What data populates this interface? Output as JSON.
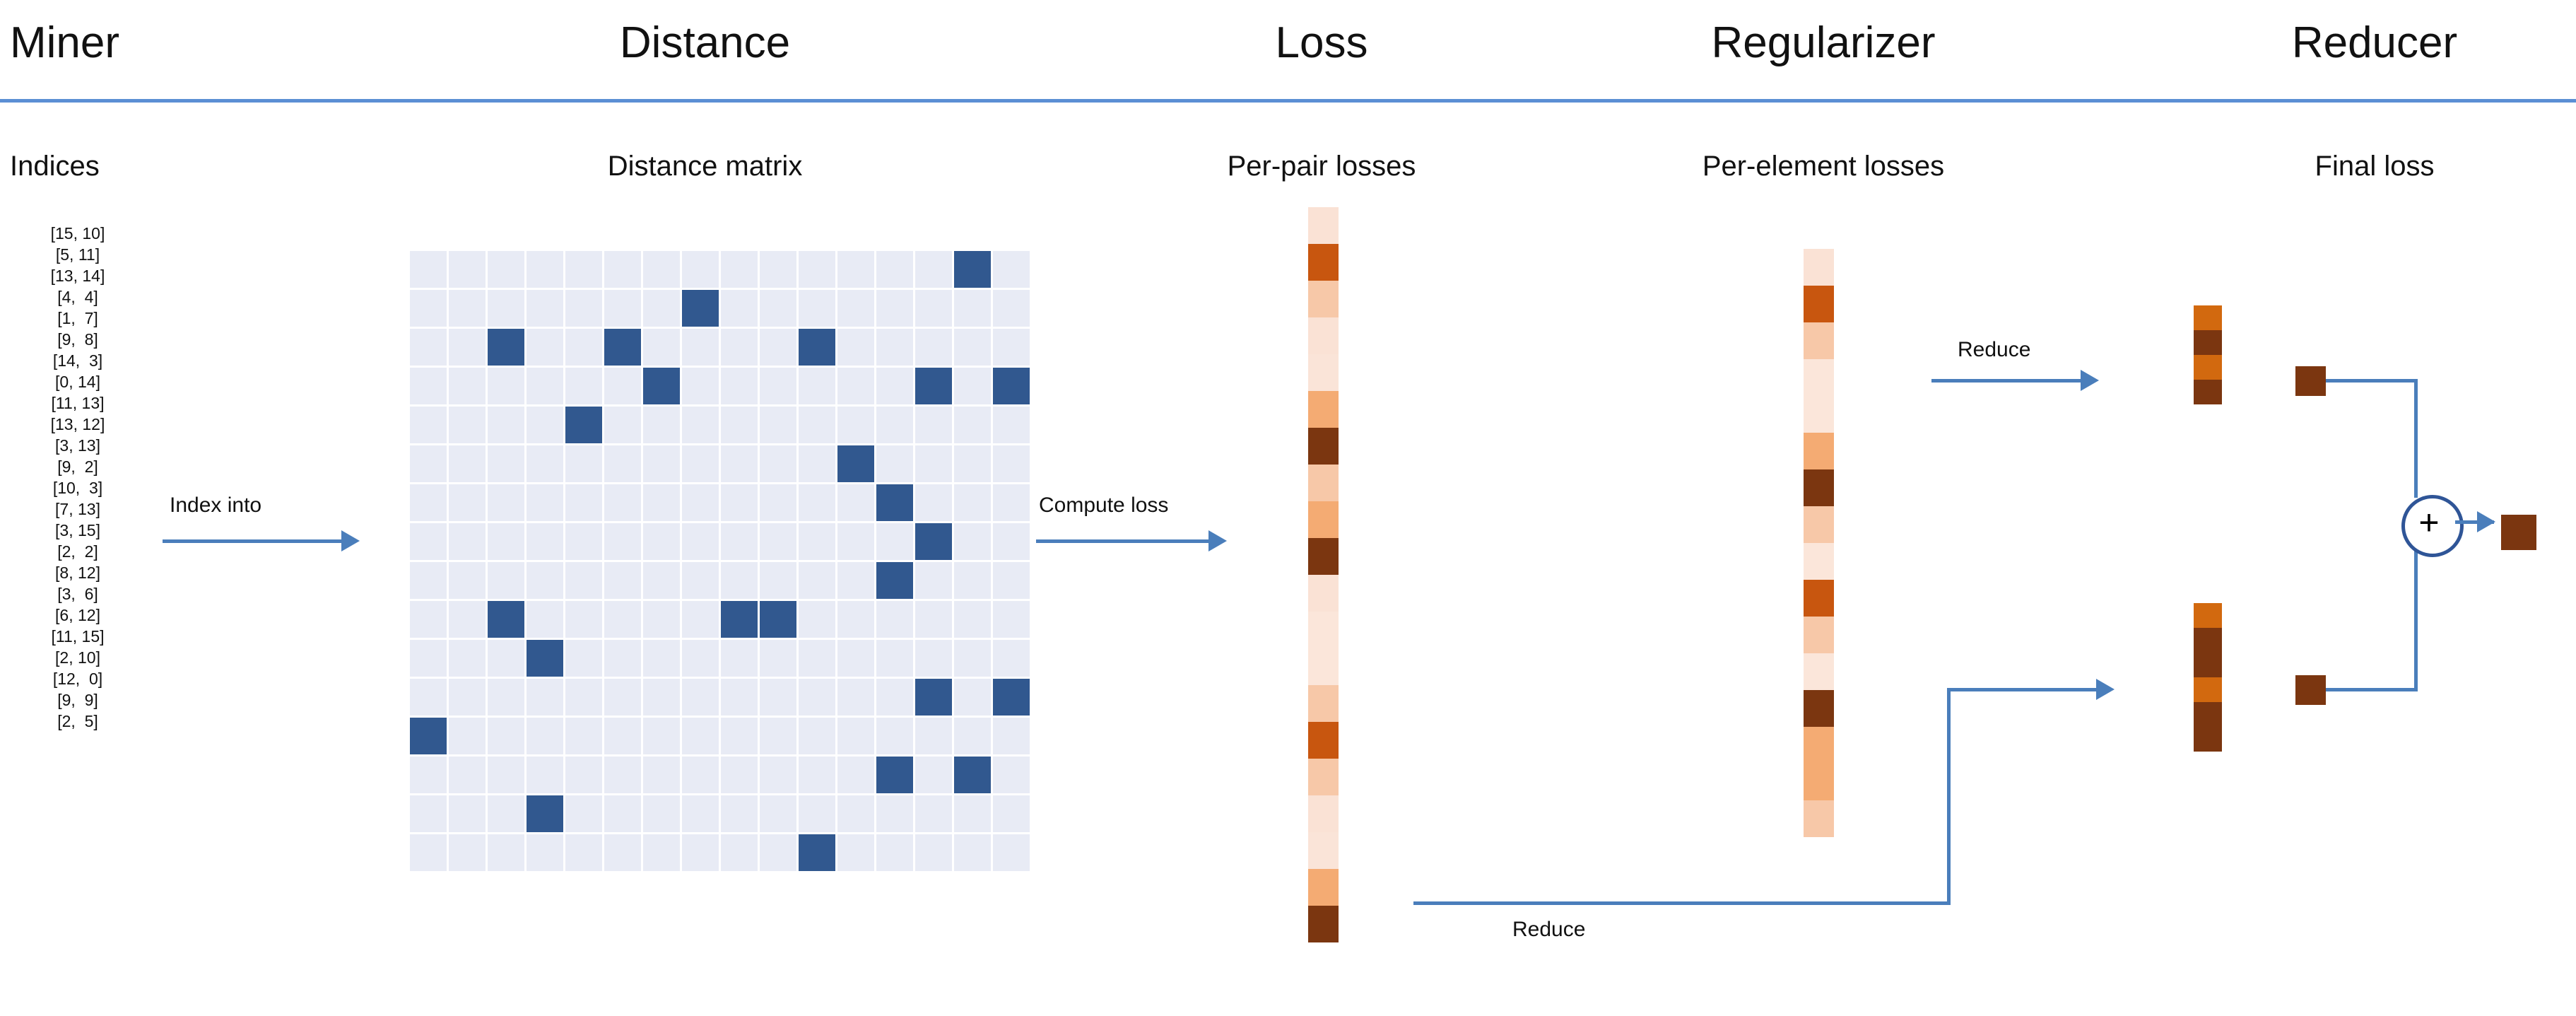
{
  "header": {
    "rule_color": "#5b8fd4",
    "columns": [
      {
        "title": "Miner",
        "subtitle": "Indices"
      },
      {
        "title": "Distance",
        "subtitle": "Distance matrix"
      },
      {
        "title": "Loss",
        "subtitle": "Per-pair losses"
      },
      {
        "title": "Regularizer",
        "subtitle": "Per-element losses"
      },
      {
        "title": "Reducer",
        "subtitle": "Final loss"
      }
    ]
  },
  "miner": {
    "indices": [
      "[15, 10]",
      "[5, 11]",
      "[13, 14]",
      "[4,  4]",
      "[1,  7]",
      "[9,  8]",
      "[14,  3]",
      "[0, 14]",
      "[11, 13]",
      "[13, 12]",
      "[3, 13]",
      "[9,  2]",
      "[10,  3]",
      "[7, 13]",
      "[3, 15]",
      "[2,  2]",
      "[8, 12]",
      "[3,  6]",
      "[6, 12]",
      "[11, 15]",
      "[2, 10]",
      "[12,  0]",
      "[9,  9]",
      "[2,  5]"
    ]
  },
  "arrows": {
    "index_into": "Index into",
    "compute_loss": "Compute loss",
    "reduce_top": "Reduce",
    "reduce_bottom": "Reduce",
    "line_color": "#4a7ebb"
  },
  "colors": {
    "matrix_empty": "#e8ebf5",
    "matrix_filled": "#31588f",
    "plus_node_stroke": "#2f5597",
    "final_loss": "#7b3610"
  },
  "chart_data": {
    "type": "heatmap",
    "title": "Distance matrix",
    "rows": 16,
    "cols": 16,
    "highlighted_cells": [
      [
        0,
        14
      ],
      [
        1,
        7
      ],
      [
        2,
        2
      ],
      [
        2,
        5
      ],
      [
        2,
        10
      ],
      [
        3,
        6
      ],
      [
        3,
        13
      ],
      [
        3,
        15
      ],
      [
        4,
        4
      ],
      [
        5,
        11
      ],
      [
        6,
        12
      ],
      [
        7,
        13
      ],
      [
        8,
        12
      ],
      [
        9,
        2
      ],
      [
        9,
        8
      ],
      [
        9,
        9
      ],
      [
        10,
        3
      ],
      [
        11,
        13
      ],
      [
        11,
        15
      ],
      [
        12,
        0
      ],
      [
        13,
        12
      ],
      [
        13,
        14
      ],
      [
        14,
        3
      ],
      [
        15,
        10
      ]
    ],
    "per_pair_losses": {
      "label": "Per-pair losses",
      "count": 20,
      "colors": [
        "#fae2d5",
        "#c8560f",
        "#f7c8a8",
        "#fae2d5",
        "#fae4d8",
        "#f4ab73",
        "#7b3610",
        "#f7c8a8",
        "#f4ab73",
        "#7b3610",
        "#fae2d5",
        "#fbe6da",
        "#fbe6da",
        "#f7c8a8",
        "#c8560f",
        "#f7c8a8",
        "#fae2d5",
        "#fae4d8",
        "#f4ab73",
        "#7b3610"
      ]
    },
    "per_element_losses": {
      "label": "Per-element losses",
      "count": 16,
      "colors": [
        "#fae2d5",
        "#c8560f",
        "#f7c8a8",
        "#fbe6da",
        "#fbe6da",
        "#f4ab73",
        "#7b3610",
        "#f7c8a8",
        "#fbe6da",
        "#c8560f",
        "#f7c8a8",
        "#fbe6da",
        "#7b3610",
        "#f4ab73",
        "#f4ab73",
        "#f7c8a8"
      ]
    },
    "reducer_top": {
      "label": "Final loss",
      "count": 4,
      "colors": [
        "#d2690f",
        "#7b3610",
        "#d2690f",
        "#7b3610"
      ],
      "reduced_color": "#7b3610"
    },
    "reducer_bottom": {
      "count": 6,
      "colors": [
        "#d2690f",
        "#7b3610",
        "#7b3610",
        "#d2690f",
        "#7b3610",
        "#7b3610"
      ],
      "reduced_color": "#7b3610"
    },
    "final_loss_color": "#7b3610",
    "operator": "+"
  }
}
